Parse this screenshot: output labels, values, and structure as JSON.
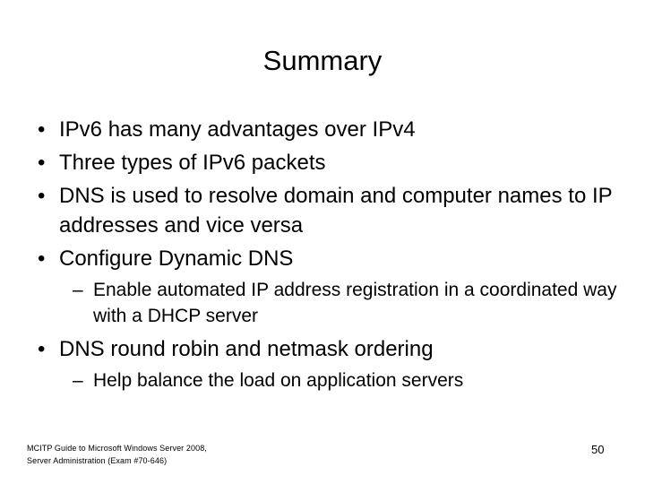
{
  "slide": {
    "title": "Summary",
    "bullets": [
      {
        "level": 1,
        "marker": "•",
        "text": "IPv6 has many advantages over IPv4"
      },
      {
        "level": 1,
        "marker": "•",
        "text": "Three types of IPv6 packets"
      },
      {
        "level": 1,
        "marker": "•",
        "text": "DNS is used to resolve domain and computer names to IP addresses and vice versa"
      },
      {
        "level": 1,
        "marker": "•",
        "text": "Configure Dynamic DNS"
      },
      {
        "level": 2,
        "marker": "–",
        "text": "Enable automated IP address registration in a coordinated way with a DHCP server"
      },
      {
        "level": 1,
        "marker": "•",
        "text": "DNS round robin and netmask ordering"
      },
      {
        "level": 2,
        "marker": "–",
        "text": "Help balance the load on application servers"
      }
    ],
    "footer": {
      "line1": "MCITP Guide to Microsoft Windows Server 2008,",
      "line2": "Server Administration (Exam #70-646)"
    },
    "page_number": "50"
  },
  "colors": {
    "background": "#ffffff",
    "text": "#000000"
  }
}
